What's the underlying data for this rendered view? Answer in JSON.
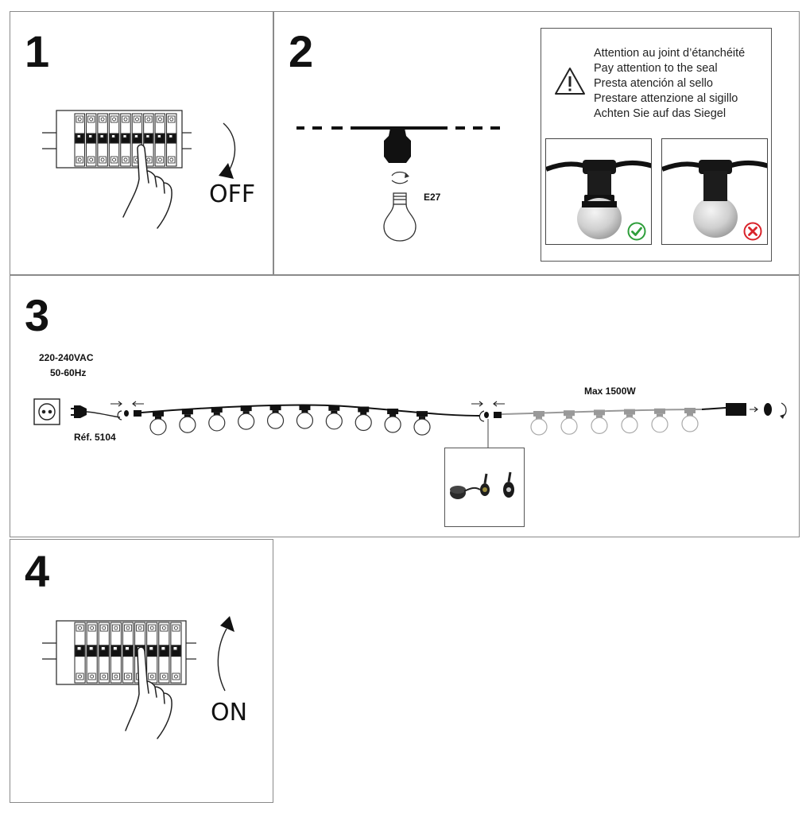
{
  "steps": [
    {
      "number": "1",
      "action_label": "OFF"
    },
    {
      "number": "2",
      "socket_label": "E27"
    },
    {
      "number": "3"
    },
    {
      "number": "4",
      "action_label": "ON"
    }
  ],
  "warning": {
    "icon": "warning-triangle-icon",
    "lines": [
      "Attention au joint d’étanchéité",
      "Pay attention to the seal",
      "Presta atención al sello",
      "Prestare attenzione al sigillo",
      "Achten Sie auf das Siegel"
    ],
    "correct_icon": "check-circle-icon",
    "incorrect_icon": "x-circle-icon",
    "correct_color": "#2e9e3a",
    "incorrect_color": "#d9232a"
  },
  "wiring": {
    "voltage": "220-240VAC",
    "frequency": "50-60Hz",
    "reference": "Réf. 5104",
    "max_power": "Max 1500W",
    "bulb_count_dark": 10,
    "bulb_count_light": 6
  }
}
